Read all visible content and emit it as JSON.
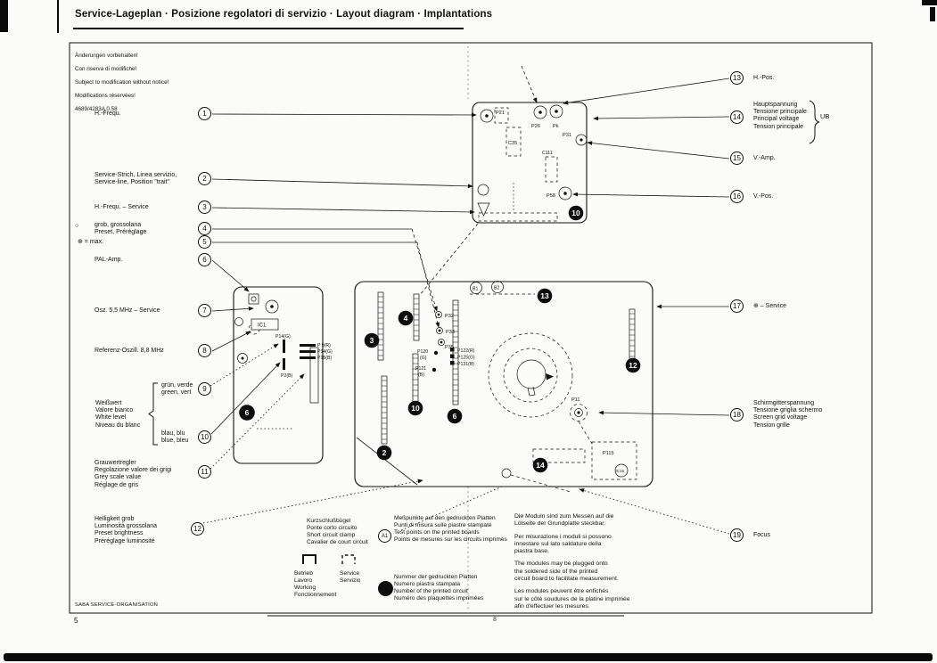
{
  "page": {
    "title": "Service-Lageplan · Posizione regolatori di servizio · Layout diagram · Implantations",
    "footer": "SABA SERVICE-ORGANISATION",
    "page_number": "5",
    "fold_mark": "8"
  },
  "notice": {
    "l1": "Änderungen vorbehalten!",
    "l2": "Con riserva di modifiche!",
    "l3": "Subject to modification without notice!",
    "l4": "Modifications réservées!",
    "l5": "4689/4283A 0.58"
  },
  "left_items": [
    {
      "num": "1",
      "label": "H.-Frequ."
    },
    {
      "num": "2",
      "label": "Service-Strich, Linea servizio,\nService-line, Position \"trait\""
    },
    {
      "num": "3",
      "label": "H.-Frequ. – Service"
    },
    {
      "num": "4",
      "label": "grob, grossolana\nPreset, Préréglage",
      "prefix": "○"
    },
    {
      "num": "5",
      "label": "⊕ = max."
    },
    {
      "num": "6",
      "label": "PAL-Amp."
    },
    {
      "num": "7",
      "label": "Osz. 5,5 MHz – Service"
    },
    {
      "num": "8",
      "label": "Referenz-Oszill. 8,8 MHz"
    },
    {
      "num": "9",
      "label": "grün, verde\ngreen, vert"
    },
    {
      "num": "10",
      "label": "blau, blu\nblue, bleu"
    },
    {
      "num": "11",
      "label": "Grauwertregler\nRegolazione valore dei grigi\nGrey scale value\nRéglage de gris"
    },
    {
      "num": "12",
      "label": "Helligkeit grob\nLuminosità grossolana\nPreset brightness\nPréréglage luminosité"
    }
  ],
  "white_level": "Weißwert\nValore bianco\nWhite level\nNiveau du blanc",
  "right_items": [
    {
      "num": "13",
      "label": "H.-Pos."
    },
    {
      "num": "14",
      "label": "Hauptspannung\nTensione principale\nPrincipal voltage\nTension principale",
      "suffix": "UB"
    },
    {
      "num": "15",
      "label": "V.-Amp."
    },
    {
      "num": "16",
      "label": "V.-Pos."
    },
    {
      "num": "17",
      "label": "⊕ – Service"
    },
    {
      "num": "18",
      "label": "Schirmgitterspannung\nTensione griglia schermo\nScreen grid voltage\nTension grille"
    },
    {
      "num": "19",
      "label": "Focus"
    }
  ],
  "legend": {
    "jumper_title": "Kurzschlußbügel\nPonte corto circuito\nShort circuit clamp\nCavalier de court circuit",
    "jumper_working": "Betrieb\nLavoro\nWorking\nFonctionnement",
    "jumper_service": "Service\nServizio",
    "testpoint_marker": "A1",
    "testpoints": "Meßpunkte auf den gedruckten Platten\nPunti di misura sulle piastre stampate\nTest points on the printed boards\nPoints de mesures sur les circuits imprimés",
    "board_number_note": "Nummer der gedruckten Platten\nNumero piastra stampata\nNumber of the printed circuit\nNuméro des plaquettes imprimées",
    "modules_de": "Die Moduln sind zum Messen auf die\nLötseite der Grundplatte steckbar.",
    "modules_it": "Per misurazione i moduli si possono\ninnestare sul lato saldature della\npiastra base.",
    "modules_en": "The modules may be plugged onto\nthe soldered side of the printed\ncircuit board to facilitate measurement.",
    "modules_fr": "Les modules peuvent être enfichés\nsur le côté soudures de la platine imprimée\nafin d'effectuer les mesures."
  },
  "diagram": {
    "b10": {
      "num": "10",
      "p21": "P21",
      "p26": "P26",
      "pk": "Pk",
      "p31": "P31",
      "p58": "P58",
      "c35": "C35",
      "c111": "C111"
    },
    "b6": {
      "num": "6",
      "ic1": "IC1",
      "p14": "P14(G)",
      "p2": "P2(B)",
      "s1": "P 9(R)",
      "s2": "P14(G)",
      "s3": "P15(B)"
    },
    "main": {
      "n2": "2",
      "n3": "3",
      "n4": "4",
      "n6": "6",
      "n10": "10",
      "n12": "12",
      "n13": "13",
      "n14": "14",
      "b1": "B1",
      "b2": "B2",
      "p32": "P32",
      "p33": "P33",
      "p35": "P35",
      "p120": "P120",
      "p120g": "(G)",
      "p121": "P121",
      "p121b": "(B)",
      "p122": "P122(R)",
      "p125": "P125(G)",
      "p131": "P131(B)",
      "p11": "P11",
      "p115": "P115",
      "ic15": "IC15"
    }
  }
}
